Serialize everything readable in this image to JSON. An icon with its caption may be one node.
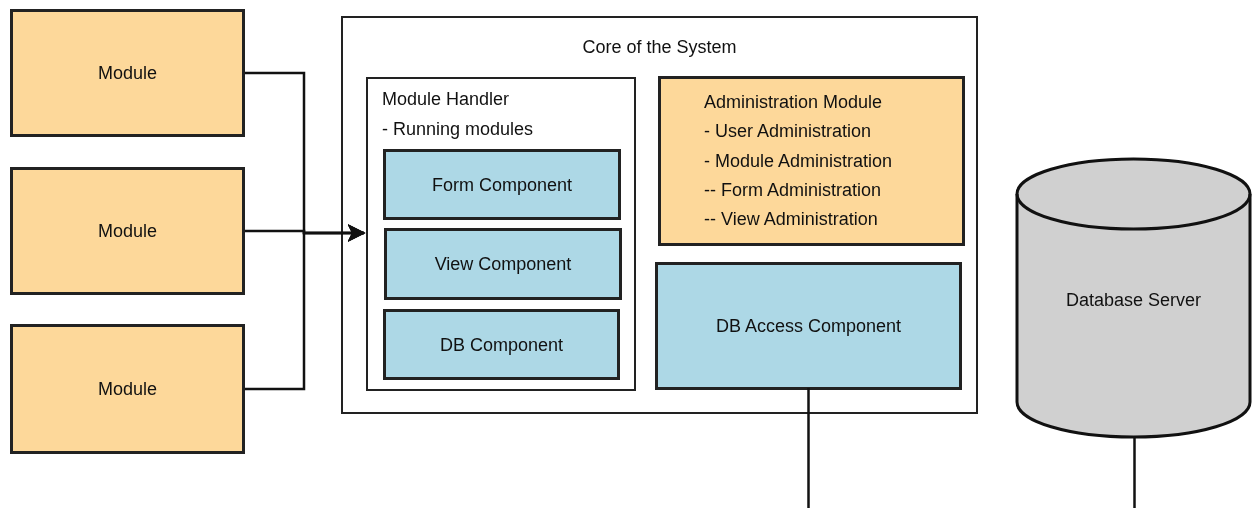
{
  "diagram": {
    "nodes": [
      {
        "text": [
          "Module"
        ]
      },
      {
        "text": [
          "Module"
        ]
      },
      {
        "text": [
          "Module"
        ]
      },
      {
        "text": [
          "Core of the System"
        ]
      },
      {
        "text": [
          "Module Handler",
          "- Running modules"
        ],
        "in": 3
      },
      {
        "text": [
          "Form Component"
        ],
        "in": 4
      },
      {
        "text": [
          "View Component"
        ],
        "in": 4
      },
      {
        "text": [
          "DB Component"
        ],
        "in": 4
      },
      {
        "text": [
          "Administration Module",
          "- User Administration",
          "- Module Administration",
          "-- Form Administration",
          "-- View Administration"
        ],
        "in": 3
      },
      {
        "text": [
          "DB Access Component"
        ],
        "in": 3
      },
      {
        "text": [
          "Database Server"
        ]
      }
    ],
    "edges": [
      {
        "from": 0,
        "to": 4,
        "arrow": "to"
      },
      {
        "from": 1,
        "to": 4,
        "arrow": "to"
      },
      {
        "from": 2,
        "to": 4,
        "arrow": "to"
      },
      {
        "from": 9,
        "to": null,
        "arrow": "none"
      },
      {
        "from": 10,
        "to": null,
        "arrow": "none"
      }
    ]
  }
}
